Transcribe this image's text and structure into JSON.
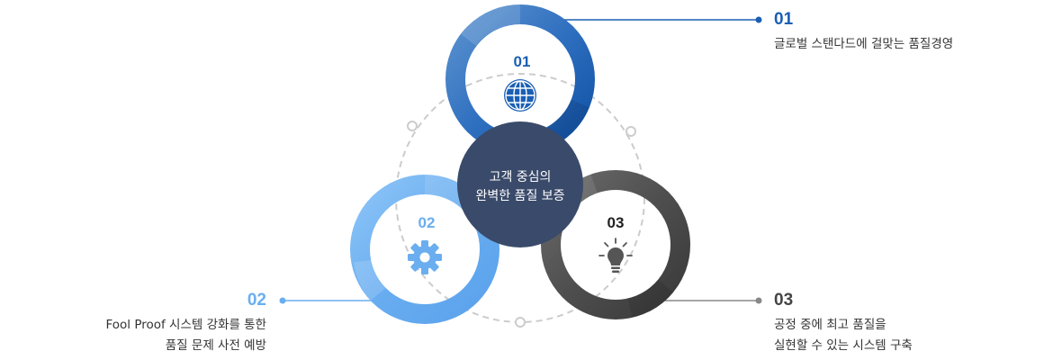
{
  "center": {
    "lines": [
      "고객 중심의",
      "완벽한 품질 보증"
    ]
  },
  "items": [
    {
      "number": "01",
      "lines": [
        "글로벌 스탠다드에 걸맞는 품질경영"
      ],
      "icon": "globe-icon",
      "color": "#1f63b3",
      "number_color": "#1a5fb4"
    },
    {
      "number": "02",
      "lines": [
        "Fool Proof 시스템 강화를 통한",
        "품질 문제 사전 예방"
      ],
      "icon": "gear-icon",
      "color": "#6cb0f2",
      "number_color": "#6aaef0"
    },
    {
      "number": "03",
      "lines": [
        "공정 중에 최고 품질을",
        "실현할 수 있는 시스템 구축"
      ],
      "icon": "lightbulb-icon",
      "color": "#4f4f4f",
      "number_color": "#222222"
    }
  ],
  "colors": {
    "center_fill": "#3a4a6a",
    "dashed_path": "#cccccc",
    "connector_1": "#1a5fb4",
    "connector_2": "#6aaef0",
    "connector_3": "#888888"
  }
}
